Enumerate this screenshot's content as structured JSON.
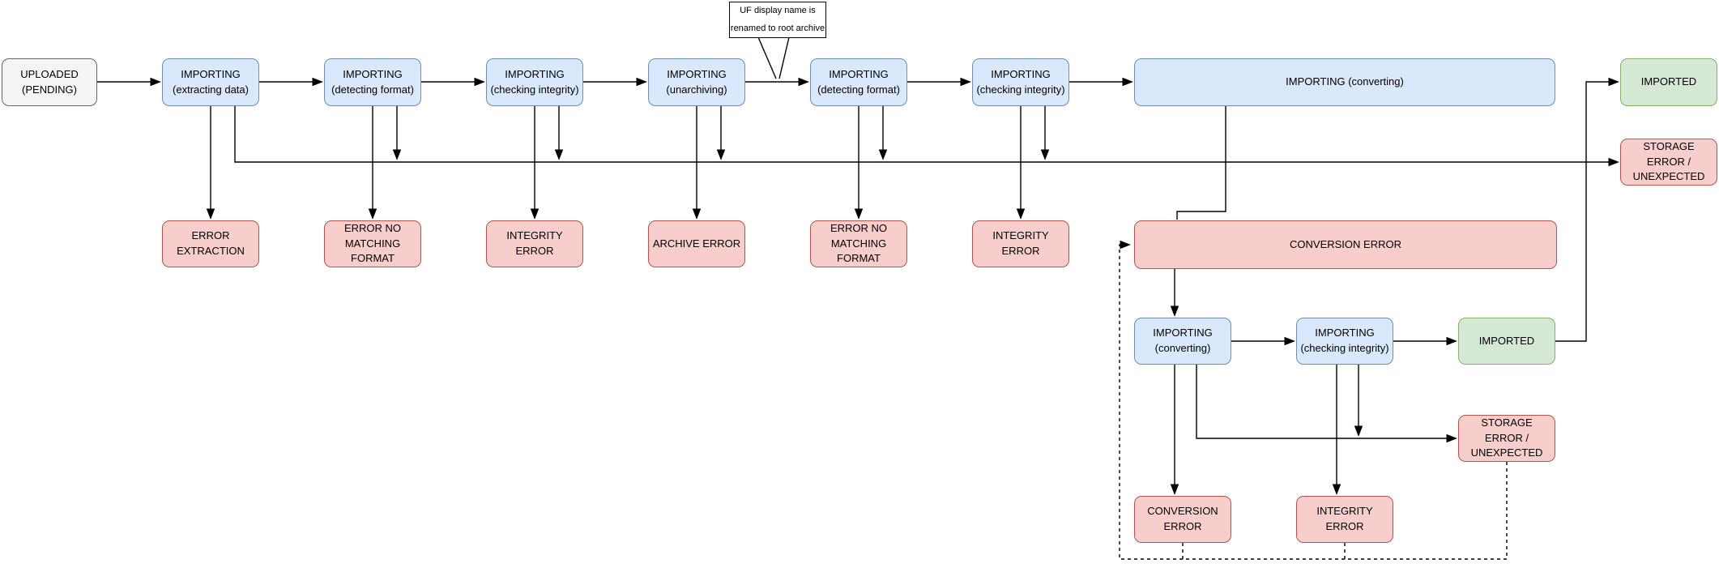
{
  "diagram": {
    "title_hint": "file import state machine",
    "colors": {
      "state_fill": "#dae8fc",
      "state_border": "#6c8ebf",
      "error_fill": "#f8cecc",
      "error_border": "#b85450",
      "success_fill": "#d5e8d4",
      "success_border": "#82b366",
      "pending_fill": "#f5f5f5",
      "pending_border": "#666666",
      "connector": "#000000",
      "background": "#ffffff"
    },
    "callout": {
      "label": "UF display name is\nrenamed to root archive"
    },
    "nodes": {
      "uploaded": {
        "label": "UPLOADED\n(PENDING)"
      },
      "importing_extracting": {
        "label": "IMPORTING\n(extracting data)"
      },
      "importing_detecting_1": {
        "label": "IMPORTING\n(detecting format)"
      },
      "importing_checking_1": {
        "label": "IMPORTING\n(checking integrity)"
      },
      "importing_unarchiving": {
        "label": "IMPORTING\n(unarchiving)"
      },
      "importing_detecting_2": {
        "label": "IMPORTING\n(detecting format)"
      },
      "importing_checking_2": {
        "label": "IMPORTING\n(checking integrity)"
      },
      "importing_converting_wide": {
        "label": "IMPORTING (converting)"
      },
      "imported_top": {
        "label": "IMPORTED"
      },
      "storage_error_top": {
        "label": "STORAGE ERROR /\nUNEXPECTED"
      },
      "error_extraction": {
        "label": "ERROR\nEXTRACTION"
      },
      "error_no_matching_1": {
        "label": "ERROR NO\nMATCHING FORMAT"
      },
      "integrity_error_1": {
        "label": "INTEGRITY ERROR"
      },
      "archive_error": {
        "label": "ARCHIVE ERROR"
      },
      "error_no_matching_2": {
        "label": "ERROR NO\nMATCHING FORMAT"
      },
      "integrity_error_2": {
        "label": "INTEGRITY ERROR"
      },
      "conversion_error_big": {
        "label": "CONVERSION ERROR"
      },
      "importing_converting_sub": {
        "label": "IMPORTING\n(converting)"
      },
      "importing_checking_sub": {
        "label": "IMPORTING\n(checking integrity)"
      },
      "imported_sub": {
        "label": "IMPORTED"
      },
      "storage_error_sub": {
        "label": "STORAGE ERROR /\nUNEXPECTED"
      },
      "conversion_error_sub": {
        "label": "CONVERSION\nERROR"
      },
      "integrity_error_sub": {
        "label": "INTEGRITY ERROR"
      }
    }
  }
}
